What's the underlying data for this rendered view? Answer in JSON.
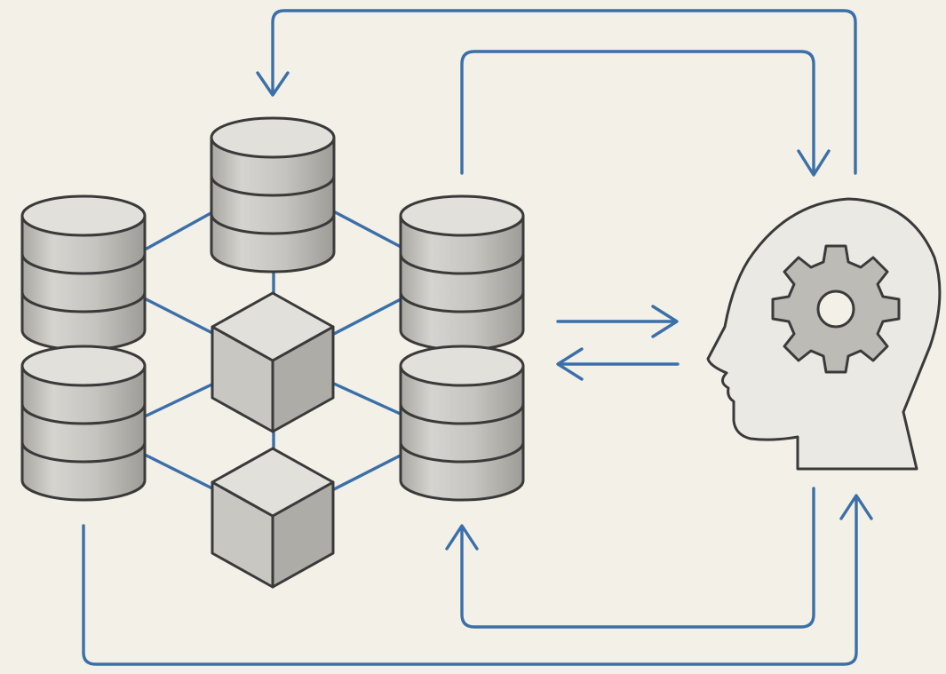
{
  "diagram": {
    "nodes": [
      {
        "id": "db-left-top",
        "shape": "database-cylinder"
      },
      {
        "id": "db-left-bottom",
        "shape": "database-cylinder"
      },
      {
        "id": "db-center-top",
        "shape": "database-cylinder"
      },
      {
        "id": "cube-center-upper",
        "shape": "cube"
      },
      {
        "id": "cube-center-lower",
        "shape": "cube"
      },
      {
        "id": "db-right-top",
        "shape": "database-cylinder"
      },
      {
        "id": "db-right-bottom",
        "shape": "database-cylinder"
      },
      {
        "id": "processor-head",
        "shape": "head-with-gear-icon"
      }
    ],
    "edges": [
      {
        "from": "processor-head",
        "to": "db-center-top",
        "kind": "arrow"
      },
      {
        "from": "db-right-top",
        "to": "processor-head",
        "kind": "arrow"
      },
      {
        "from": "db-cluster",
        "to": "processor-head",
        "kind": "arrow"
      },
      {
        "from": "processor-head",
        "to": "db-cluster",
        "kind": "arrow"
      },
      {
        "from": "processor-head",
        "to": "db-right-bottom",
        "kind": "arrow"
      },
      {
        "from": "db-left-bottom",
        "to": "processor-head",
        "kind": "arrow"
      }
    ],
    "colors": {
      "background": "#f3f0e7",
      "connector": "#3b6fa8",
      "outline": "#3a3a3a",
      "fill_light": "#e2e0db",
      "fill_mid": "#c9c7c2",
      "fill_dark": "#aeaca7",
      "head_fill": "#ebe9e4",
      "gear_fill": "#bdbbb6"
    }
  }
}
